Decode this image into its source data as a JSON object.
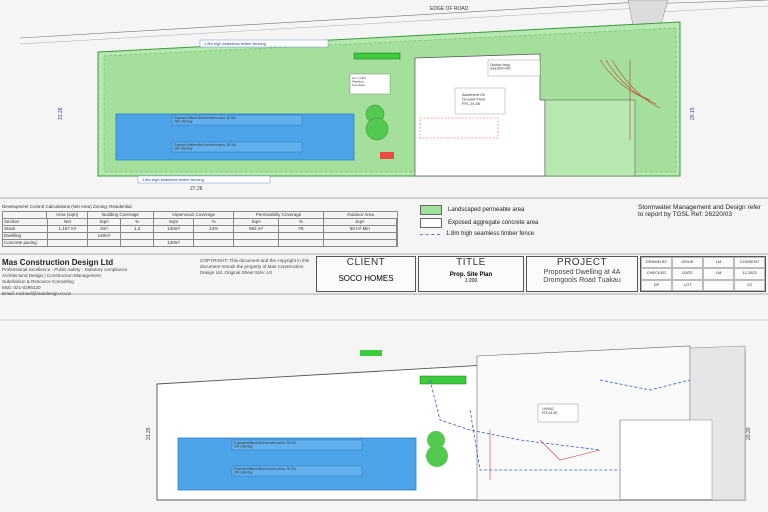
{
  "site_plan": {
    "edge_of_road": "EDGE OF ROAD",
    "fence_top": "1.8m high seamless timber fencing",
    "fence_bottom": "1.8m high seamless timber fencing",
    "abutment_label": "Abutment 25\nGround Floor\nFFL 24.50",
    "outdoor_area": "Outdoor living\narea 80m² Min",
    "washing_line": "2m x 2.5m\nWashing\nLine Area",
    "soakage_top": "Exposed effluent field trenches area, 30 Std\n200 Liter/day",
    "soakage_bottom": "Exposed effluent field trenches area, 30 Std\n200 Liter/day",
    "left_dimension": "31.26",
    "right_dimension": "20.15",
    "bottom_dimension": "27.26"
  },
  "dev_calc": {
    "title": "Development Control Calculations (Net Area) Zoning: Residential",
    "headers": [
      "Area (sqm)",
      "Building Coverage",
      "Impervious Coverage",
      "Permeability Coverage",
      "Outdoor Area"
    ],
    "rows": [
      {
        "label": "Section",
        "cells": [
          "Net",
          "Sqm",
          "%",
          "Sqm",
          "%",
          "Sqm",
          "%",
          "Sqm"
        ]
      },
      {
        "label": "Stack",
        "cells": [
          "1,167 m²",
          "2m²",
          "1.2",
          "140m²",
          "24%",
          "902 m²",
          "76",
          "80 m² Min"
        ]
      },
      {
        "label": "Dwelling",
        "cells": [
          "",
          "140m²",
          "",
          "",
          "",
          "",
          "",
          ""
        ]
      },
      {
        "label": "Concrete paving",
        "cells": [
          "",
          "",
          "",
          "140m²",
          "",
          "",
          "",
          ""
        ]
      }
    ]
  },
  "legend": {
    "items": [
      {
        "label": "Landscaped permeable area",
        "color": "#9fe09a"
      },
      {
        "label": "Exposed aggregate concrete area",
        "color": "#ffffff"
      },
      {
        "label": "1.8m high seamless timber fence",
        "color": "#5b7bd8"
      }
    ]
  },
  "stormwater": {
    "text": "Stormwater Management and Design refer to report by TGSL Ref: 26220/03"
  },
  "company": {
    "name": "Mas Construction Design Ltd",
    "lines": [
      "Professional excellence - Public safety - Statutory compliance",
      "Architectural Design | Construction Management",
      "Subdivision & Resource Consulting",
      "Mob: 021-0296120",
      "Email: michael@masdesign.co.nz"
    ]
  },
  "copyright": {
    "text": "COPYRIGHT: This document and the copyright in this document remain the property of Mas Construction Design Ltd. Original Sheet Size: A3"
  },
  "client": {
    "label": "CLIENT",
    "value": "SOCO HOMES"
  },
  "title_block": {
    "label": "TITLE",
    "value": "Prop. Site Plan",
    "scale": "1:200"
  },
  "project": {
    "label": "PROJECT",
    "value": "Proposed Dwelling at 4A Dromgools Road Tuakau"
  },
  "sheet_info": {
    "cells": [
      "DRAWN BY",
      "ISSUE",
      "LM",
      "CONSENT",
      "CHECKED",
      "DATE",
      "LM",
      "11.2023",
      "DP",
      "LOT",
      "",
      "23"
    ]
  },
  "drainage_plan": {
    "left_dimension": "31.25",
    "right_dimension": "20.20",
    "label_area": "LIVING\nFFL24.50",
    "soakage_top": "Exposed effluent field trenches area, 30 Std\n200 Liter/day",
    "soakage_bottom": "Exposed effluent field trenches area, 30 Std\n200 Liter/day"
  }
}
